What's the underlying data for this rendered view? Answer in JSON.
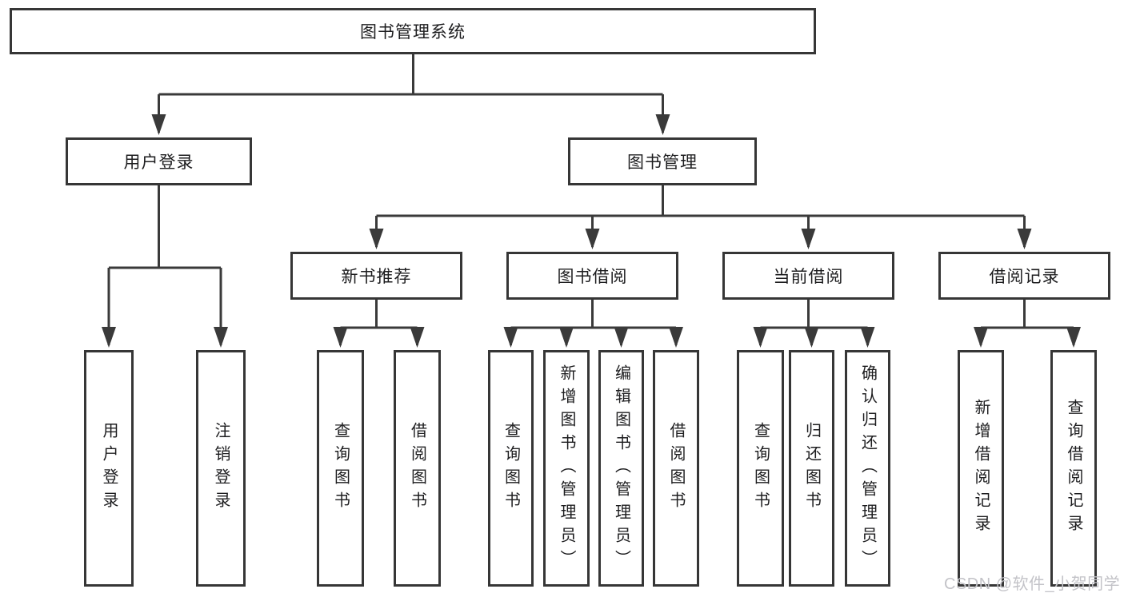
{
  "diagram": {
    "root": {
      "label": "图书管理系统"
    },
    "user_branch": {
      "label": "用户登录",
      "children": [
        {
          "label": "用户登录"
        },
        {
          "label": "注销登录"
        }
      ]
    },
    "book_branch": {
      "label": "图书管理",
      "groups": [
        {
          "label": "新书推荐",
          "children": [
            {
              "label": "查询图书"
            },
            {
              "label": "借阅图书"
            }
          ]
        },
        {
          "label": "图书借阅",
          "children": [
            {
              "label": "查询图书"
            },
            {
              "label": "新增图书（管理员）"
            },
            {
              "label": "编辑图书（管理员）"
            },
            {
              "label": "借阅图书"
            }
          ]
        },
        {
          "label": "当前借阅",
          "children": [
            {
              "label": "查询图书"
            },
            {
              "label": "归还图书"
            },
            {
              "label": "确认归还（管理员）"
            }
          ]
        },
        {
          "label": "借阅记录",
          "children": [
            {
              "label": "新增借阅记录"
            },
            {
              "label": "查询借阅记录"
            }
          ]
        }
      ]
    },
    "colors": {
      "line": "#3a3a3a",
      "box_border": "#363636",
      "text": "#1d1d1f",
      "background": "#ffffff",
      "watermark": "#c3c3c8"
    }
  },
  "watermark": {
    "text": "CSDN @软件_小贺同学"
  }
}
